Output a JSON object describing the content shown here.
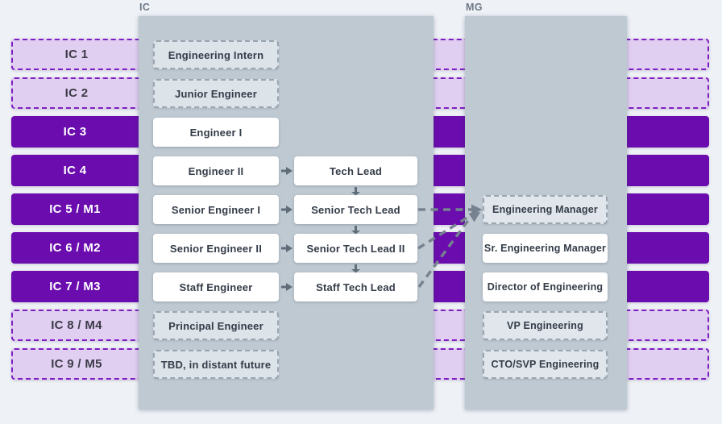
{
  "title": "Engineering career ladder diagram",
  "colors": {
    "page_bg": "#eef1f6",
    "panel_bg": "#bfc9d2",
    "accent_purple": "#6a0cae",
    "pale_purple_fill": "#e1cff1",
    "purple_dash_border": "#7d1ec2",
    "gray_box_fill": "#dce3e9",
    "mg_gray_box_fill": "#e0e6ec",
    "white_box_fill": "#ffffff",
    "arrow_gray": "#5f6c79",
    "dashed_arrow_gray": "#76828f",
    "text_dark": "#343c48",
    "panel_label_gray": "#6e7987"
  },
  "bands": [
    {
      "label": "IC 1",
      "style": "dashed"
    },
    {
      "label": "IC 2",
      "style": "dashed"
    },
    {
      "label": "IC 3",
      "style": "solid"
    },
    {
      "label": "IC 4",
      "style": "solid"
    },
    {
      "label": "IC 5 / M1",
      "style": "solid"
    },
    {
      "label": "IC 6 / M2",
      "style": "solid"
    },
    {
      "label": "IC 7 / M3",
      "style": "solid"
    },
    {
      "label": "IC 8 / M4",
      "style": "dashed"
    },
    {
      "label": "IC 9 / M5",
      "style": "dashed"
    }
  ],
  "panels": {
    "ic": {
      "label": "IC",
      "track_column": [
        {
          "label": "Engineering Intern",
          "style": "dashed",
          "row": 0
        },
        {
          "label": "Junior Engineer",
          "style": "dashed",
          "row": 1
        },
        {
          "label": "Engineer I",
          "style": "solid",
          "row": 2
        },
        {
          "label": "Engineer II",
          "style": "solid",
          "row": 3
        },
        {
          "label": "Senior Engineer I",
          "style": "solid",
          "row": 4
        },
        {
          "label": "Senior Engineer II",
          "style": "solid",
          "row": 5
        },
        {
          "label": "Staff Engineer",
          "style": "solid",
          "row": 6
        },
        {
          "label": "Principal Engineer",
          "style": "dashed",
          "row": 7
        },
        {
          "label": "TBD, in distant future",
          "style": "dashed",
          "row": 8
        }
      ],
      "lead_column": [
        {
          "label": "Tech Lead",
          "style": "solid",
          "row": 3
        },
        {
          "label": "Senior Tech Lead",
          "style": "solid",
          "row": 4
        },
        {
          "label": "Senior Tech Lead II",
          "style": "solid",
          "row": 5
        },
        {
          "label": "Staff Tech Lead",
          "style": "solid",
          "row": 6
        }
      ]
    },
    "mg": {
      "label": "MG",
      "boxes": [
        {
          "label": "Engineering Manager",
          "style": "dashed",
          "row": 4
        },
        {
          "label": "Sr. Engineering Manager",
          "style": "solid",
          "row": 5
        },
        {
          "label": "Director of Engineering",
          "style": "solid",
          "row": 6
        },
        {
          "label": "VP Engineering",
          "style": "dashed",
          "row": 7
        },
        {
          "label": "CTO/SVP Engineering",
          "style": "dashed",
          "row": 8
        }
      ]
    }
  },
  "arrows": {
    "ic_to_lead_rows": [
      3,
      4,
      5,
      6
    ],
    "lead_chain_after_rows": [
      3,
      4,
      5
    ],
    "lead_to_manager_from_rows": [
      4,
      5,
      6
    ]
  }
}
